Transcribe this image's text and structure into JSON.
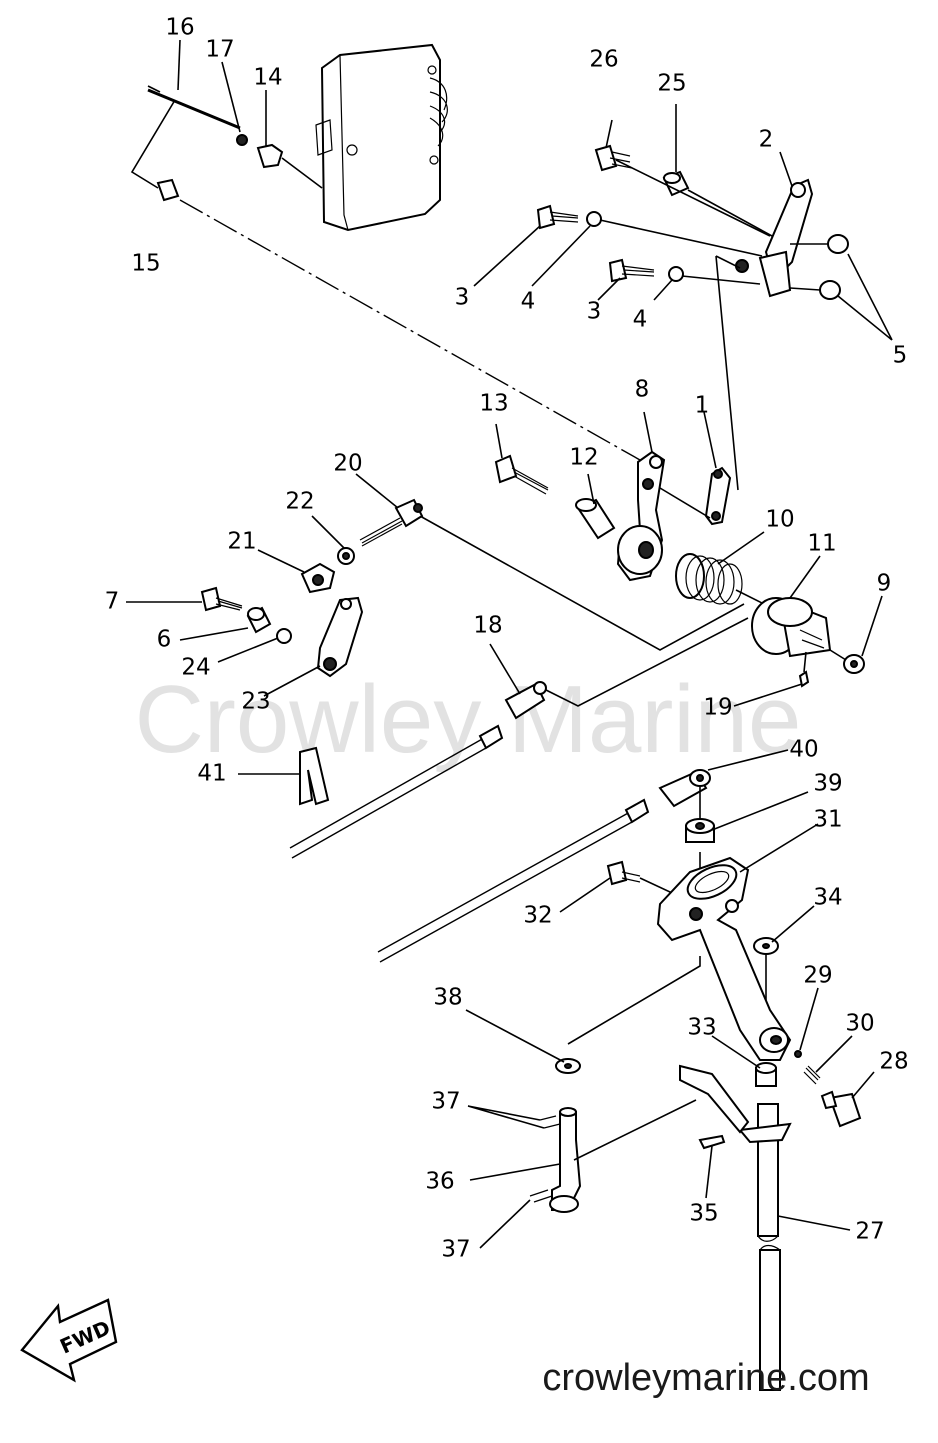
{
  "watermark": "Crowley Marine",
  "footer_url": "crowleymarine.com",
  "direction_label": "FWD",
  "callouts": [
    "1",
    "2",
    "3",
    "3",
    "4",
    "4",
    "5",
    "6",
    "7",
    "8",
    "9",
    "10",
    "11",
    "12",
    "13",
    "14",
    "15",
    "16",
    "17",
    "18",
    "19",
    "20",
    "21",
    "22",
    "23",
    "24",
    "25",
    "26",
    "27",
    "28",
    "29",
    "30",
    "31",
    "32",
    "33",
    "34",
    "35",
    "36",
    "37",
    "37",
    "38",
    "39",
    "40",
    "41"
  ]
}
